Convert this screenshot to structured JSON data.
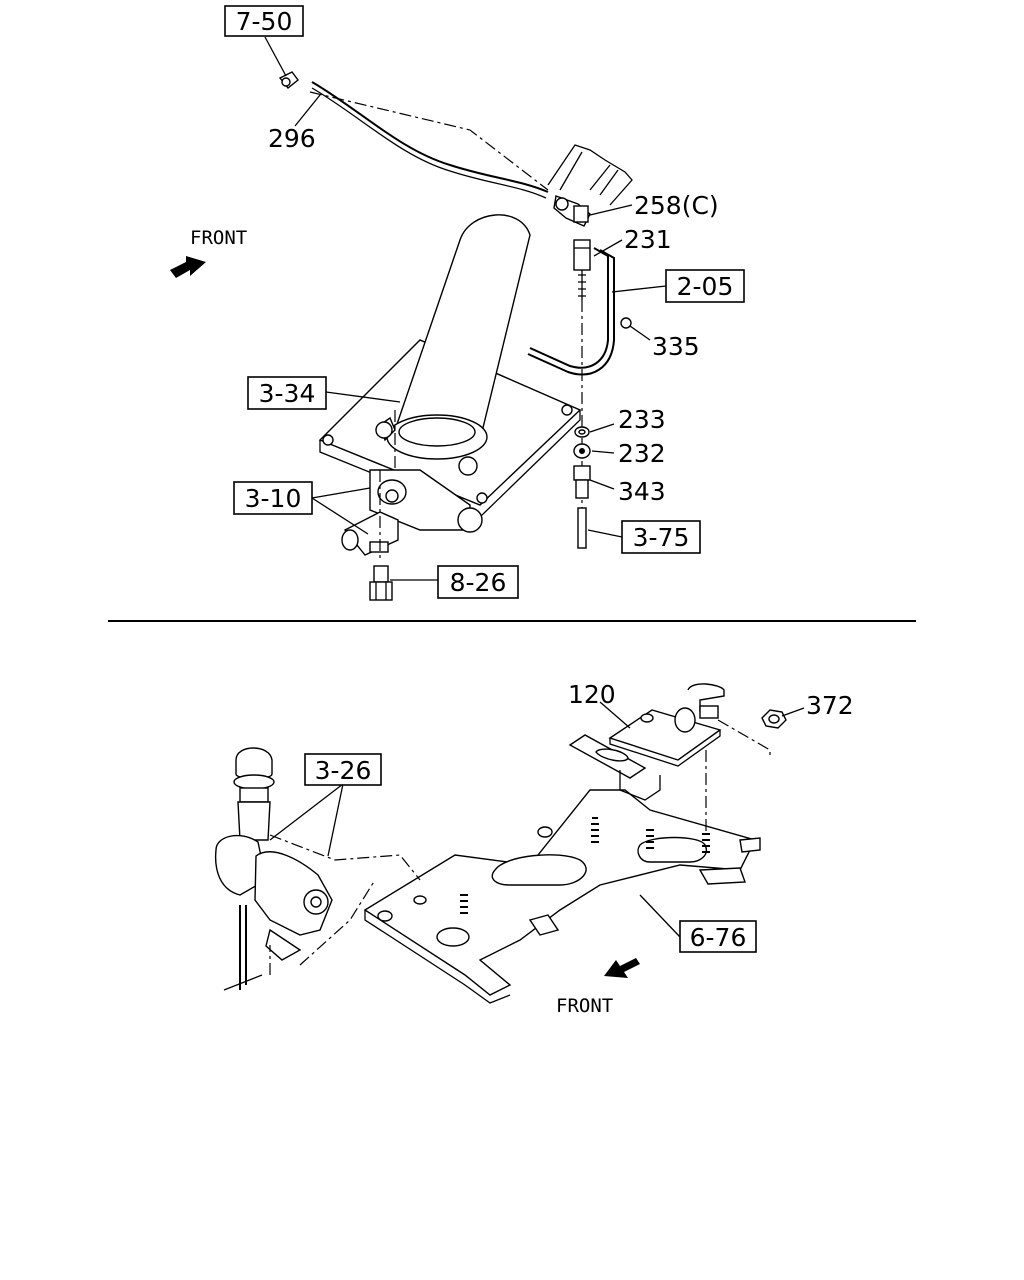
{
  "callouts": {
    "c750": "7-50",
    "c205": "2-05",
    "c334": "3-34",
    "c310": "3-10",
    "c375": "3-75",
    "c826": "8-26",
    "c326": "3-26",
    "c676": "6-76"
  },
  "part_numbers": {
    "p296": "296",
    "p258": "258(C)",
    "p231": "231",
    "p335": "335",
    "p233": "233",
    "p232": "232",
    "p343": "343",
    "p120": "120",
    "p372": "372"
  },
  "front_labels": {
    "top": "FRONT",
    "bottom": "FRONT"
  }
}
